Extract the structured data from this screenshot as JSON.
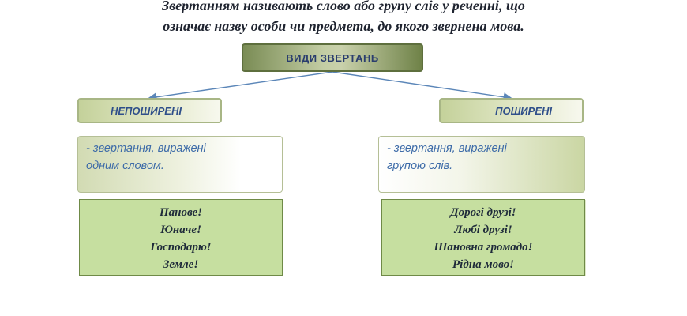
{
  "definition": {
    "line1": "Звертанням називають слово або групу слів у реченні, що",
    "line2": "означає назву особи чи предмета, до якого звернена мова."
  },
  "root": {
    "label": "ВИДИ ЗВЕРТАНЬ"
  },
  "branches": [
    {
      "label": "НЕПОШИРЕНІ",
      "description": [
        "- звертання, виражені",
        "одним словом."
      ],
      "examples": [
        "Панове!",
        "Юначе!",
        "Господарю!",
        "Земле!"
      ]
    },
    {
      "label": "ПОШИРЕНІ",
      "description": [
        "- звертання, виражені",
        "групою слів."
      ],
      "examples": [
        "Дорогі друзі!",
        "Любі друзі!",
        "Шановна громадо!",
        "Рідна мово!"
      ]
    }
  ],
  "colors": {
    "connector": "#5b86b8",
    "root_border": "#5e6f3e",
    "label_text": "#2f4f8a",
    "description_text": "#3d6ba8",
    "example_fill": "#c6dfa0"
  }
}
